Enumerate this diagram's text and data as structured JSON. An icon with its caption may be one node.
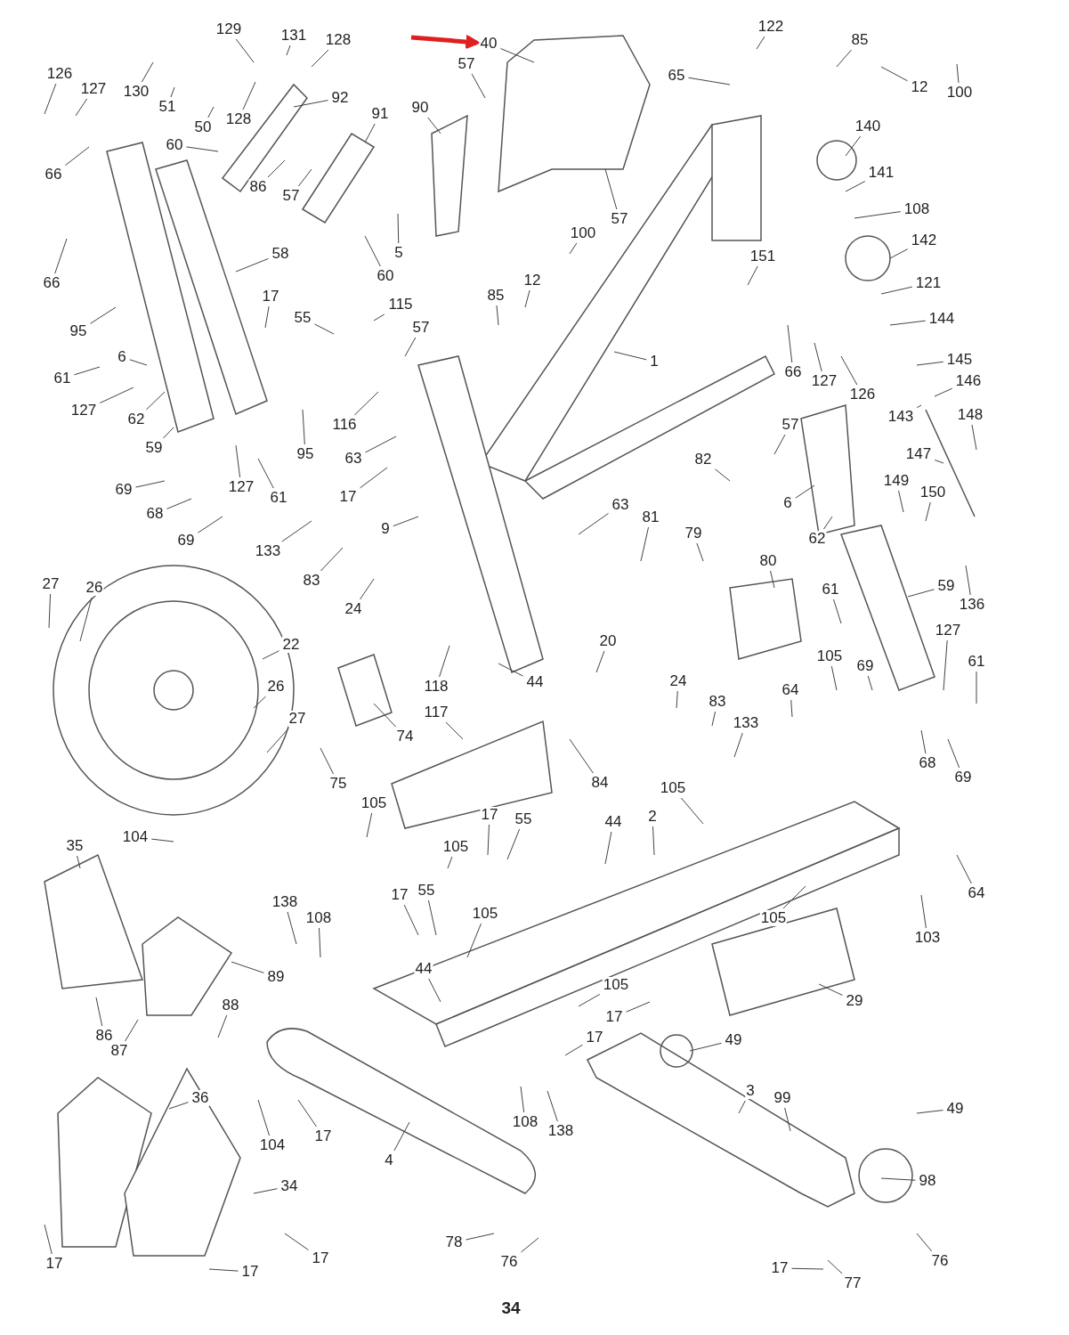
{
  "diagram": {
    "nodes": [
      {
        "text": [
          "129"
        ]
      },
      {
        "text": [
          "131"
        ]
      },
      {
        "text": [
          "128"
        ]
      },
      {
        "text": [
          "126"
        ]
      },
      {
        "text": [
          "127"
        ]
      },
      {
        "text": [
          "130"
        ]
      },
      {
        "text": [
          "51"
        ]
      },
      {
        "text": [
          "50"
        ]
      },
      {
        "text": [
          "128"
        ]
      },
      {
        "text": [
          "92"
        ]
      },
      {
        "text": [
          "66"
        ]
      },
      {
        "text": [
          "60"
        ]
      },
      {
        "text": [
          "91"
        ]
      },
      {
        "text": [
          "86"
        ]
      },
      {
        "text": [
          "57"
        ]
      },
      {
        "text": [
          "66"
        ]
      },
      {
        "text": [
          "58"
        ]
      },
      {
        "text": [
          "5"
        ]
      },
      {
        "text": [
          "60"
        ]
      },
      {
        "text": [
          "90"
        ]
      },
      {
        "text": [
          "40"
        ]
      },
      {
        "text": [
          "57"
        ]
      },
      {
        "text": [
          "57"
        ]
      },
      {
        "text": [
          "122"
        ]
      },
      {
        "text": [
          "65"
        ]
      },
      {
        "text": [
          "85"
        ]
      },
      {
        "text": [
          "12"
        ]
      },
      {
        "text": [
          "100"
        ]
      },
      {
        "text": [
          "140"
        ]
      },
      {
        "text": [
          "141"
        ]
      },
      {
        "text": [
          "108"
        ]
      },
      {
        "text": [
          "142"
        ]
      },
      {
        "text": [
          "121"
        ]
      },
      {
        "text": [
          "144"
        ]
      },
      {
        "text": [
          "145"
        ]
      },
      {
        "text": [
          "146"
        ]
      },
      {
        "text": [
          "143"
        ]
      },
      {
        "text": [
          "148"
        ]
      },
      {
        "text": [
          "147"
        ]
      },
      {
        "text": [
          "149"
        ]
      },
      {
        "text": [
          "150"
        ]
      },
      {
        "text": [
          "136"
        ]
      },
      {
        "text": [
          "59"
        ]
      },
      {
        "text": [
          "61"
        ]
      },
      {
        "text": [
          "127"
        ]
      },
      {
        "text": [
          "61"
        ]
      },
      {
        "text": [
          "105"
        ]
      },
      {
        "text": [
          "69"
        ]
      },
      {
        "text": [
          "64"
        ]
      },
      {
        "text": [
          "68"
        ]
      },
      {
        "text": [
          "69"
        ]
      },
      {
        "text": [
          "64"
        ]
      },
      {
        "text": [
          "103"
        ]
      },
      {
        "text": [
          "57"
        ]
      },
      {
        "text": [
          "82"
        ]
      },
      {
        "text": [
          "6"
        ]
      },
      {
        "text": [
          "62"
        ]
      },
      {
        "text": [
          "151"
        ]
      },
      {
        "text": [
          "66"
        ]
      },
      {
        "text": [
          "127"
        ]
      },
      {
        "text": [
          "126"
        ]
      },
      {
        "text": [
          "1"
        ]
      },
      {
        "text": [
          "100"
        ]
      },
      {
        "text": [
          "12"
        ]
      },
      {
        "text": [
          "85"
        ]
      },
      {
        "text": [
          "115"
        ]
      },
      {
        "text": [
          "57"
        ]
      },
      {
        "text": [
          "17"
        ]
      },
      {
        "text": [
          "55"
        ]
      },
      {
        "text": [
          "95"
        ]
      },
      {
        "text": [
          "6"
        ]
      },
      {
        "text": [
          "61"
        ]
      },
      {
        "text": [
          "127"
        ]
      },
      {
        "text": [
          "62"
        ]
      },
      {
        "text": [
          "59"
        ]
      },
      {
        "text": [
          "116"
        ]
      },
      {
        "text": [
          "95"
        ]
      },
      {
        "text": [
          "127"
        ]
      },
      {
        "text": [
          "61"
        ]
      },
      {
        "text": [
          "63"
        ]
      },
      {
        "text": [
          "17"
        ]
      },
      {
        "text": [
          "69"
        ]
      },
      {
        "text": [
          "68"
        ]
      },
      {
        "text": [
          "69"
        ]
      },
      {
        "text": [
          "9"
        ]
      },
      {
        "text": [
          "133"
        ]
      },
      {
        "text": [
          "83"
        ]
      },
      {
        "text": [
          "24"
        ]
      },
      {
        "text": [
          "27"
        ]
      },
      {
        "text": [
          "26"
        ]
      },
      {
        "text": [
          "22"
        ]
      },
      {
        "text": [
          "26"
        ]
      },
      {
        "text": [
          "27"
        ]
      },
      {
        "text": [
          "74"
        ]
      },
      {
        "text": [
          "75"
        ]
      },
      {
        "text": [
          "118"
        ]
      },
      {
        "text": [
          "117"
        ]
      },
      {
        "text": [
          "44"
        ]
      },
      {
        "text": [
          "84"
        ]
      },
      {
        "text": [
          "20"
        ]
      },
      {
        "text": [
          "24"
        ]
      },
      {
        "text": [
          "83"
        ]
      },
      {
        "text": [
          "133"
        ]
      },
      {
        "text": [
          "63"
        ]
      },
      {
        "text": [
          "81"
        ]
      },
      {
        "text": [
          "79"
        ]
      },
      {
        "text": [
          "80"
        ]
      },
      {
        "text": [
          "105"
        ]
      },
      {
        "text": [
          "2"
        ]
      },
      {
        "text": [
          "44"
        ]
      },
      {
        "text": [
          "105"
        ]
      },
      {
        "text": [
          "17"
        ]
      },
      {
        "text": [
          "55"
        ]
      },
      {
        "text": [
          "105"
        ]
      },
      {
        "text": [
          "104"
        ]
      },
      {
        "text": [
          "35"
        ]
      },
      {
        "text": [
          "138"
        ]
      },
      {
        "text": [
          "108"
        ]
      },
      {
        "text": [
          "17"
        ]
      },
      {
        "text": [
          "55"
        ]
      },
      {
        "text": [
          "105"
        ]
      },
      {
        "text": [
          "105"
        ]
      },
      {
        "text": [
          "89"
        ]
      },
      {
        "text": [
          "29"
        ]
      },
      {
        "text": [
          "44"
        ]
      },
      {
        "text": [
          "105"
        ]
      },
      {
        "text": [
          "17"
        ]
      },
      {
        "text": [
          "17"
        ]
      },
      {
        "text": [
          "49"
        ]
      },
      {
        "text": [
          "86"
        ]
      },
      {
        "text": [
          "87"
        ]
      },
      {
        "text": [
          "88"
        ]
      },
      {
        "text": [
          "36"
        ]
      },
      {
        "text": [
          "104"
        ]
      },
      {
        "text": [
          "17"
        ]
      },
      {
        "text": [
          "4"
        ]
      },
      {
        "text": [
          "108"
        ]
      },
      {
        "text": [
          "138"
        ]
      },
      {
        "text": [
          "99"
        ]
      },
      {
        "text": [
          "49"
        ]
      },
      {
        "text": [
          "3"
        ]
      },
      {
        "text": [
          "98"
        ]
      },
      {
        "text": [
          "34"
        ]
      },
      {
        "text": [
          "78"
        ]
      },
      {
        "text": [
          "76"
        ]
      },
      {
        "text": [
          "76"
        ]
      },
      {
        "text": [
          "77"
        ]
      },
      {
        "text": [
          "17"
        ]
      },
      {
        "text": [
          "17"
        ]
      },
      {
        "text": [
          "17"
        ]
      },
      {
        "text": [
          "17"
        ]
      }
    ],
    "edges": [
      {
        "from": 0,
        "to": null,
        "arrow": "none"
      },
      {
        "from": 1,
        "to": null,
        "arrow": "none"
      },
      {
        "from": 2,
        "to": null,
        "arrow": "none"
      },
      {
        "from": 3,
        "to": null,
        "arrow": "none"
      },
      {
        "from": 4,
        "to": null,
        "arrow": "none"
      },
      {
        "from": 5,
        "to": null,
        "arrow": "none"
      },
      {
        "from": 6,
        "to": null,
        "arrow": "none"
      },
      {
        "from": 7,
        "to": null,
        "arrow": "none"
      },
      {
        "from": 8,
        "to": null,
        "arrow": "none"
      },
      {
        "from": 9,
        "to": null,
        "arrow": "none"
      },
      {
        "from": 10,
        "to": null,
        "arrow": "none"
      },
      {
        "from": 11,
        "to": null,
        "arrow": "none"
      },
      {
        "from": 12,
        "to": null,
        "arrow": "none"
      },
      {
        "from": 13,
        "to": null,
        "arrow": "none"
      },
      {
        "from": 14,
        "to": null,
        "arrow": "none"
      },
      {
        "from": 15,
        "to": null,
        "arrow": "none"
      },
      {
        "from": 16,
        "to": null,
        "arrow": "none"
      },
      {
        "from": 17,
        "to": null,
        "arrow": "none"
      },
      {
        "from": 18,
        "to": null,
        "arrow": "none"
      },
      {
        "from": 19,
        "to": null,
        "arrow": "none"
      },
      {
        "from": 20,
        "to": null,
        "arrow": "none"
      },
      {
        "from": 21,
        "to": null,
        "arrow": "none"
      },
      {
        "from": 22,
        "to": null,
        "arrow": "none"
      },
      {
        "from": 23,
        "to": null,
        "arrow": "none"
      },
      {
        "from": 24,
        "to": null,
        "arrow": "none"
      },
      {
        "from": 25,
        "to": null,
        "arrow": "none"
      },
      {
        "from": 26,
        "to": null,
        "arrow": "none"
      },
      {
        "from": 27,
        "to": null,
        "arrow": "none"
      },
      {
        "from": 28,
        "to": null,
        "arrow": "none"
      },
      {
        "from": 29,
        "to": null,
        "arrow": "none"
      },
      {
        "from": 30,
        "to": null,
        "arrow": "none"
      },
      {
        "from": 31,
        "to": null,
        "arrow": "none"
      },
      {
        "from": 32,
        "to": null,
        "arrow": "none"
      },
      {
        "from": 33,
        "to": null,
        "arrow": "none"
      },
      {
        "from": 34,
        "to": null,
        "arrow": "none"
      },
      {
        "from": 35,
        "to": null,
        "arrow": "none"
      },
      {
        "from": 36,
        "to": null,
        "arrow": "none"
      },
      {
        "from": 37,
        "to": null,
        "arrow": "none"
      },
      {
        "from": 38,
        "to": null,
        "arrow": "none"
      },
      {
        "from": 39,
        "to": null,
        "arrow": "none"
      },
      {
        "from": 40,
        "to": null,
        "arrow": "none"
      },
      {
        "from": 41,
        "to": null,
        "arrow": "none"
      },
      {
        "from": 42,
        "to": null,
        "arrow": "none"
      },
      {
        "from": 43,
        "to": null,
        "arrow": "none"
      },
      {
        "from": 44,
        "to": null,
        "arrow": "none"
      },
      {
        "from": 45,
        "to": null,
        "arrow": "none"
      },
      {
        "from": 46,
        "to": null,
        "arrow": "none"
      },
      {
        "from": 47,
        "to": null,
        "arrow": "none"
      },
      {
        "from": 48,
        "to": null,
        "arrow": "none"
      },
      {
        "from": 49,
        "to": null,
        "arrow": "none"
      },
      {
        "from": 50,
        "to": null,
        "arrow": "none"
      },
      {
        "from": 51,
        "to": null,
        "arrow": "none"
      },
      {
        "from": 52,
        "to": null,
        "arrow": "none"
      },
      {
        "from": 53,
        "to": null,
        "arrow": "none"
      },
      {
        "from": 54,
        "to": null,
        "arrow": "none"
      },
      {
        "from": 55,
        "to": null,
        "arrow": "none"
      },
      {
        "from": 56,
        "to": null,
        "arrow": "none"
      },
      {
        "from": 57,
        "to": null,
        "arrow": "none"
      },
      {
        "from": 58,
        "to": null,
        "arrow": "none"
      },
      {
        "from": 59,
        "to": null,
        "arrow": "none"
      },
      {
        "from": 60,
        "to": null,
        "arrow": "none"
      },
      {
        "from": 61,
        "to": null,
        "arrow": "none"
      },
      {
        "from": 62,
        "to": null,
        "arrow": "none"
      },
      {
        "from": 63,
        "to": null,
        "arrow": "none"
      },
      {
        "from": 64,
        "to": null,
        "arrow": "none"
      },
      {
        "from": 65,
        "to": null,
        "arrow": "none"
      },
      {
        "from": 66,
        "to": null,
        "arrow": "none"
      },
      {
        "from": 67,
        "to": null,
        "arrow": "none"
      },
      {
        "from": 68,
        "to": null,
        "arrow": "none"
      },
      {
        "from": 69,
        "to": null,
        "arrow": "none"
      },
      {
        "from": 70,
        "to": null,
        "arrow": "none"
      },
      {
        "from": 71,
        "to": null,
        "arrow": "none"
      },
      {
        "from": 72,
        "to": null,
        "arrow": "none"
      },
      {
        "from": 73,
        "to": null,
        "arrow": "none"
      },
      {
        "from": 74,
        "to": null,
        "arrow": "none"
      },
      {
        "from": 75,
        "to": null,
        "arrow": "none"
      },
      {
        "from": 76,
        "to": null,
        "arrow": "none"
      },
      {
        "from": 77,
        "to": null,
        "arrow": "none"
      },
      {
        "from": 78,
        "to": null,
        "arrow": "none"
      },
      {
        "from": 79,
        "to": null,
        "arrow": "none"
      },
      {
        "from": 80,
        "to": null,
        "arrow": "none"
      },
      {
        "from": 81,
        "to": null,
        "arrow": "none"
      },
      {
        "from": 82,
        "to": null,
        "arrow": "none"
      },
      {
        "from": 83,
        "to": null,
        "arrow": "none"
      },
      {
        "from": 84,
        "to": null,
        "arrow": "none"
      },
      {
        "from": 85,
        "to": null,
        "arrow": "none"
      },
      {
        "from": 86,
        "to": null,
        "arrow": "none"
      },
      {
        "from": 87,
        "to": null,
        "arrow": "none"
      },
      {
        "from": 88,
        "to": null,
        "arrow": "none"
      },
      {
        "from": 89,
        "to": null,
        "arrow": "none"
      },
      {
        "from": 90,
        "to": null,
        "arrow": "none"
      },
      {
        "from": 91,
        "to": null,
        "arrow": "none"
      },
      {
        "from": 92,
        "to": null,
        "arrow": "none"
      },
      {
        "from": 93,
        "to": null,
        "arrow": "none"
      },
      {
        "from": 94,
        "to": null,
        "arrow": "none"
      },
      {
        "from": 95,
        "to": null,
        "arrow": "none"
      },
      {
        "from": 96,
        "to": null,
        "arrow": "none"
      },
      {
        "from": 97,
        "to": null,
        "arrow": "none"
      },
      {
        "from": 98,
        "to": null,
        "arrow": "none"
      },
      {
        "from": 99,
        "to": null,
        "arrow": "none"
      },
      {
        "from": 100,
        "to": null,
        "arrow": "none"
      },
      {
        "from": 101,
        "to": null,
        "arrow": "none"
      },
      {
        "from": 102,
        "to": null,
        "arrow": "none"
      },
      {
        "from": 103,
        "to": null,
        "arrow": "none"
      },
      {
        "from": 104,
        "to": null,
        "arrow": "none"
      },
      {
        "from": 105,
        "to": null,
        "arrow": "none"
      },
      {
        "from": 106,
        "to": null,
        "arrow": "none"
      },
      {
        "from": 107,
        "to": null,
        "arrow": "none"
      },
      {
        "from": 108,
        "to": null,
        "arrow": "none"
      },
      {
        "from": 109,
        "to": null,
        "arrow": "none"
      },
      {
        "from": 110,
        "to": null,
        "arrow": "none"
      },
      {
        "from": 111,
        "to": null,
        "arrow": "none"
      },
      {
        "from": 112,
        "to": null,
        "arrow": "none"
      },
      {
        "from": 113,
        "to": null,
        "arrow": "none"
      },
      {
        "from": 114,
        "to": null,
        "arrow": "none"
      },
      {
        "from": 115,
        "to": null,
        "arrow": "none"
      },
      {
        "from": 116,
        "to": null,
        "arrow": "none"
      },
      {
        "from": 117,
        "to": null,
        "arrow": "none"
      },
      {
        "from": 118,
        "to": null,
        "arrow": "none"
      },
      {
        "from": 119,
        "to": null,
        "arrow": "none"
      },
      {
        "from": 120,
        "to": null,
        "arrow": "none"
      },
      {
        "from": 121,
        "to": null,
        "arrow": "none"
      },
      {
        "from": 122,
        "to": null,
        "arrow": "none"
      },
      {
        "from": 123,
        "to": null,
        "arrow": "none"
      },
      {
        "from": 124,
        "to": null,
        "arrow": "none"
      },
      {
        "from": 125,
        "to": null,
        "arrow": "none"
      },
      {
        "from": 126,
        "to": null,
        "arrow": "none"
      },
      {
        "from": 127,
        "to": null,
        "arrow": "none"
      },
      {
        "from": 128,
        "to": null,
        "arrow": "none"
      },
      {
        "from": 129,
        "to": null,
        "arrow": "none"
      },
      {
        "from": 130,
        "to": null,
        "arrow": "none"
      },
      {
        "from": 131,
        "to": null,
        "arrow": "none"
      },
      {
        "from": 132,
        "to": null,
        "arrow": "none"
      },
      {
        "from": 133,
        "to": null,
        "arrow": "none"
      },
      {
        "from": 134,
        "to": null,
        "arrow": "none"
      },
      {
        "from": 135,
        "to": null,
        "arrow": "none"
      },
      {
        "from": 136,
        "to": null,
        "arrow": "none"
      },
      {
        "from": 137,
        "to": null,
        "arrow": "none"
      },
      {
        "from": 138,
        "to": null,
        "arrow": "none"
      },
      {
        "from": 139,
        "to": null,
        "arrow": "none"
      },
      {
        "from": 140,
        "to": null,
        "arrow": "none"
      },
      {
        "from": 141,
        "to": null,
        "arrow": "none"
      },
      {
        "from": 142,
        "to": null,
        "arrow": "none"
      },
      {
        "from": 143,
        "to": null,
        "arrow": "none"
      },
      {
        "from": 144,
        "to": null,
        "arrow": "none"
      },
      {
        "from": 145,
        "to": null,
        "arrow": "none"
      },
      {
        "from": 146,
        "to": null,
        "arrow": "none"
      },
      {
        "from": 147,
        "to": null,
        "arrow": "none"
      },
      {
        "from": 148,
        "to": null,
        "arrow": "none"
      },
      {
        "from": 149,
        "to": null,
        "arrow": "none"
      },
      {
        "from": 150,
        "to": null,
        "arrow": "none"
      },
      {
        "from": null,
        "to": 20,
        "arrow": "to",
        "style": "thick",
        "color": "#e02020"
      }
    ],
    "labels": [
      "34"
    ]
  }
}
